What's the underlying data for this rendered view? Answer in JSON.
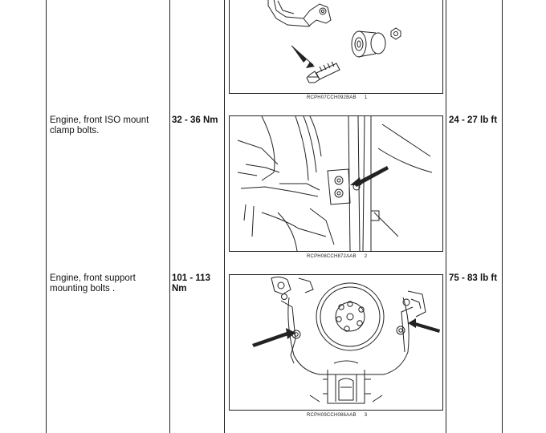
{
  "rows": [
    {
      "description": "",
      "metric": "",
      "imperial": "",
      "figure_code": "RCPH07CCH092BAB",
      "figure_num": "1"
    },
    {
      "description": "Engine, front ISO mount clamp bolts.",
      "metric": "32 - 36 Nm",
      "imperial": "24 - 27 lb ft",
      "figure_code": "RCPH08CCH872AAB",
      "figure_num": "2"
    },
    {
      "description": "Engine, front support mounting bolts .",
      "metric": "101 - 113 Nm",
      "imperial": "75 - 83 lb ft",
      "figure_code": "RCPH09CCH086AAB",
      "figure_num": "3"
    }
  ]
}
